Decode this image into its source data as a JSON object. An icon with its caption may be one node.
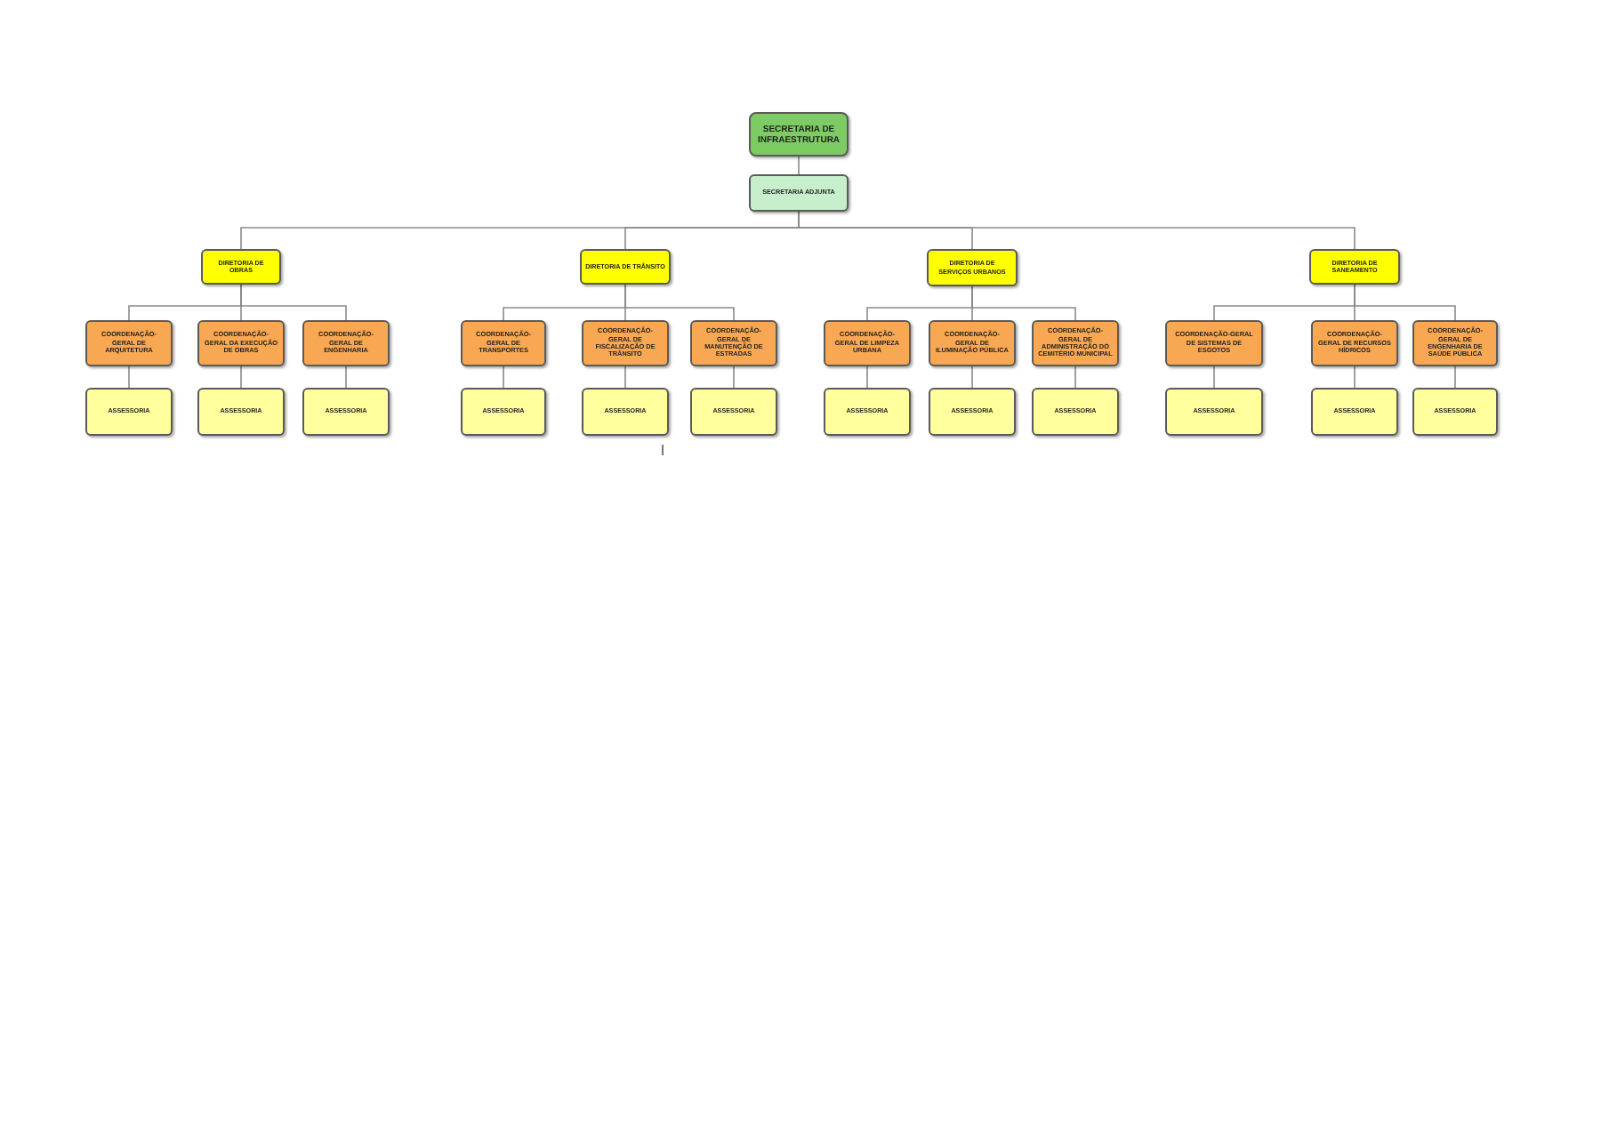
{
  "diagram": {
    "nodes": [
      {
        "text": [
          "SECRETARIA DE INFRAESTRUTURA"
        ]
      },
      {
        "text": [
          "SECRETARIA ADJUNTA"
        ]
      },
      {
        "text": [
          "DIRETORIA DE OBRAS"
        ]
      },
      {
        "text": [
          "DIRETORIA DE TRÂNSITO"
        ]
      },
      {
        "text": [
          "DIRETORIA DE SERVIÇOS URBANOS"
        ]
      },
      {
        "text": [
          "DIRETORIA DE SANEAMENTO"
        ]
      },
      {
        "text": [
          "COORDENAÇÃO-GERAL DE ARQUITETURA"
        ]
      },
      {
        "text": [
          "COORDENAÇÃO-GERAL DA EXECUÇÃO DE OBRAS"
        ]
      },
      {
        "text": [
          "COORDENAÇÃO-GERAL DE ENGENHARIA"
        ]
      },
      {
        "text": [
          "COORDENAÇÃO-GERAL DE TRANSPORTES"
        ]
      },
      {
        "text": [
          "COORDENAÇÃO-GERAL DE FISCALIZAÇÃO DE TRÂNSITO"
        ]
      },
      {
        "text": [
          "COORDENAÇÃO-GERAL DE MANUTENÇÃO DE ESTRADAS"
        ]
      },
      {
        "text": [
          "COORDENAÇÃO-GERAL DE LIMPEZA URBANA"
        ]
      },
      {
        "text": [
          "COORDENAÇÃO-GERAL DE ILUMINAÇÃO PÚBLICA"
        ]
      },
      {
        "text": [
          "COORDENAÇÃO-GERAL DE ADMINISTRAÇÃO DO CEMITÉRIO MUNICIPAL"
        ]
      },
      {
        "text": [
          "COORDENAÇÃO-GERAL DE SISTEMAS DE ESGOTOS"
        ]
      },
      {
        "text": [
          "COORDENAÇÃO-GERAL DE RECURSOS HÍDRICOS"
        ]
      },
      {
        "text": [
          "COORDENAÇÃO-GERAL DE ENGENHARIA DE SAÚDE PÚBLICA"
        ]
      },
      {
        "text": [
          "ASSESSORIA"
        ]
      },
      {
        "text": [
          "ASSESSORIA"
        ]
      },
      {
        "text": [
          "ASSESSORIA"
        ]
      },
      {
        "text": [
          "ASSESSORIA"
        ]
      },
      {
        "text": [
          "ASSESSORIA"
        ]
      },
      {
        "text": [
          "ASSESSORIA"
        ]
      },
      {
        "text": [
          "ASSESSORIA"
        ]
      },
      {
        "text": [
          "ASSESSORIA"
        ]
      },
      {
        "text": [
          "ASSESSORIA"
        ]
      },
      {
        "text": [
          "ASSESSORIA"
        ]
      },
      {
        "text": [
          "ASSESSORIA"
        ]
      },
      {
        "text": [
          "ASSESSORIA"
        ]
      }
    ],
    "edges": [
      {
        "from": 0,
        "to": 1,
        "arrow": "none"
      },
      {
        "from": 1,
        "to": 2,
        "arrow": "none"
      },
      {
        "from": 1,
        "to": 3,
        "arrow": "none"
      },
      {
        "from": 1,
        "to": 4,
        "arrow": "none"
      },
      {
        "from": 1,
        "to": 5,
        "arrow": "none"
      },
      {
        "from": 2,
        "to": 6,
        "arrow": "none"
      },
      {
        "from": 2,
        "to": 7,
        "arrow": "none"
      },
      {
        "from": 2,
        "to": 8,
        "arrow": "none"
      },
      {
        "from": 3,
        "to": 9,
        "arrow": "none"
      },
      {
        "from": 3,
        "to": 10,
        "arrow": "none"
      },
      {
        "from": 3,
        "to": 11,
        "arrow": "none"
      },
      {
        "from": 4,
        "to": 12,
        "arrow": "none"
      },
      {
        "from": 4,
        "to": 13,
        "arrow": "none"
      },
      {
        "from": 4,
        "to": 14,
        "arrow": "none"
      },
      {
        "from": 5,
        "to": 15,
        "arrow": "none"
      },
      {
        "from": 5,
        "to": 16,
        "arrow": "none"
      },
      {
        "from": 5,
        "to": 17,
        "arrow": "none"
      },
      {
        "from": 6,
        "to": 18,
        "arrow": "none"
      },
      {
        "from": 7,
        "to": 19,
        "arrow": "none"
      },
      {
        "from": 8,
        "to": 20,
        "arrow": "none"
      },
      {
        "from": 9,
        "to": 21,
        "arrow": "none"
      },
      {
        "from": 10,
        "to": 22,
        "arrow": "none"
      },
      {
        "from": 11,
        "to": 23,
        "arrow": "none"
      },
      {
        "from": 12,
        "to": 24,
        "arrow": "none"
      },
      {
        "from": 13,
        "to": 25,
        "arrow": "none"
      },
      {
        "from": 14,
        "to": 26,
        "arrow": "none"
      },
      {
        "from": 15,
        "to": 27,
        "arrow": "none"
      },
      {
        "from": 16,
        "to": 28,
        "arrow": "none"
      },
      {
        "from": 17,
        "to": 29,
        "arrow": "none"
      }
    ]
  }
}
